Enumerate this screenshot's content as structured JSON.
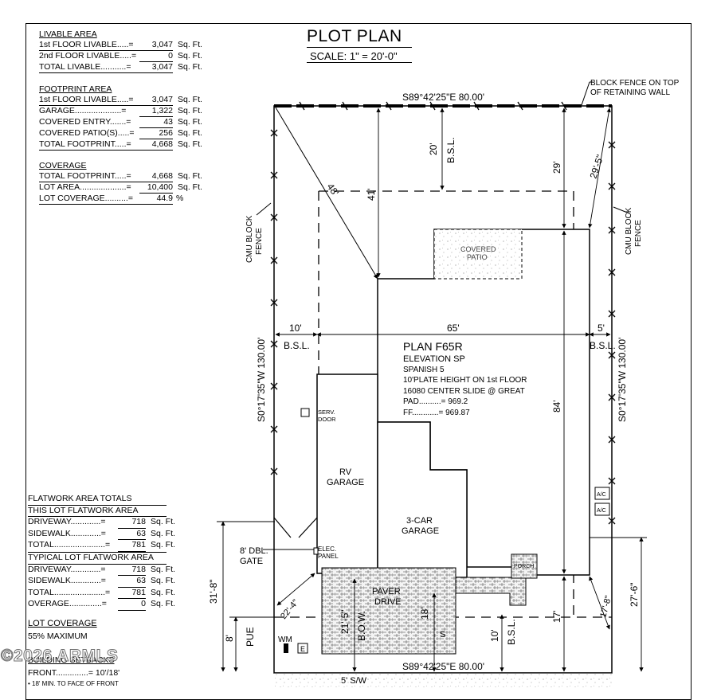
{
  "header": {
    "title": "PLOT PLAN",
    "scale": "SCALE: 1\" = 20'-0\""
  },
  "livable": {
    "heading": "LIVABLE AREA",
    "rows": [
      {
        "label": "1st FLOOR LIVABLE.....=",
        "value": "3,047",
        "unit": "Sq. Ft."
      },
      {
        "label": "2nd FLOOR LIVABLE.....=",
        "value": "0",
        "unit": "Sq. Ft."
      },
      {
        "label": "TOTAL LIVABLE...........=",
        "value": "3,047",
        "unit": "Sq. Ft."
      }
    ]
  },
  "footprint": {
    "heading": "FOOTPRINT AREA",
    "rows": [
      {
        "label": "1st FLOOR LIVABLE.....=",
        "value": "3,047",
        "unit": "Sq. Ft."
      },
      {
        "label": "GARAGE....................=",
        "value": "1,322",
        "unit": "Sq. Ft."
      },
      {
        "label": "COVERED ENTRY.......=",
        "value": "43",
        "unit": "Sq. Ft."
      },
      {
        "label": "COVERED PATIO(S).....=",
        "value": "256",
        "unit": "Sq. Ft."
      },
      {
        "label": "TOTAL FOOTPRINT.....=",
        "value": "4,668",
        "unit": "Sq. Ft."
      }
    ]
  },
  "coverage": {
    "heading": "COVERAGE",
    "rows": [
      {
        "label": "TOTAL FOOTPRINT.....=",
        "value": "4,668",
        "unit": "Sq. Ft."
      },
      {
        "label": "LOT AREA....................=",
        "value": "10,400",
        "unit": "Sq. Ft."
      },
      {
        "label": "LOT COVERAGE..........=",
        "value": "44.9",
        "unit": "%"
      }
    ]
  },
  "flatwork": {
    "heading": "FLATWORK AREA TOTALS",
    "this_lot_heading": "THIS LOT FLATWORK AREA",
    "this_lot": [
      {
        "label": "DRIVEWAY.............=",
        "value": "718",
        "unit": "Sq. Ft."
      },
      {
        "label": "SIDEWALK.............=",
        "value": "63",
        "unit": "Sq. Ft."
      },
      {
        "label": "TOTAL......................=",
        "value": "781",
        "unit": "Sq. Ft."
      }
    ],
    "typical_heading": "TYPICAL LOT FLATWORK AREA",
    "typical": [
      {
        "label": "DRIVEWAY.............=",
        "value": "718",
        "unit": "Sq. Ft."
      },
      {
        "label": "SIDEWALK.............=",
        "value": "63",
        "unit": "Sq. Ft."
      },
      {
        "label": "TOTAL......................=",
        "value": "781",
        "unit": "Sq. Ft."
      },
      {
        "label": "OVERAGE..............=",
        "value": "0",
        "unit": "Sq. Ft."
      }
    ]
  },
  "lot_coverage_note": {
    "heading": "LOT COVERAGE",
    "value": "55% MAXIMUM"
  },
  "setbacks": {
    "heading": "BUILDING SETBACKS",
    "front": "FRONT..............= 10'/18'",
    "note": "• 18' MIN. TO FACE OF FRONT"
  },
  "watermark": "©2026 ARMLS",
  "plan": {
    "top_bearing": "S89°42'25\"E  80.00'",
    "bottom_bearing": "S89°42'25\"E  80.00'",
    "block_fence": [
      "BLOCK FENCE ON TOP",
      "OF RETAINING WALL"
    ],
    "cmu_fence": [
      "CMU BLOCK",
      "FENCE"
    ],
    "left_bearing": "S0°17'35\"W  130.00'",
    "right_bearing": "S0°17'35\"W  130.00'",
    "bsl": "B.S.L.",
    "dim_20": "20'",
    "dim_29": "29'",
    "dim_29_5": "29'-5\"",
    "dim_48": "48'",
    "dim_41": "41'",
    "dim_10": "10'",
    "dim_65": "65'",
    "dim_5": "5'",
    "dim_84": "84'",
    "dim_31_8": "31'-8\"",
    "dim_27_6": "27'-6\"",
    "dim_22_4": "22'-4\"",
    "dim_21_5": "21'-5\"",
    "dim_18": "18'",
    "dim_17": "17'",
    "dim_10b": "10'",
    "dim_8": "8'",
    "dim_17b": "17'-8\"",
    "pue": "PUE",
    "bow": "B.O.W.",
    "s_label": "S",
    "sw": "5' S/W",
    "covered_patio": [
      "COVERED",
      "PATIO"
    ],
    "plan_name": "PLAN F65R",
    "plan_lines": [
      "ELEVATION SP",
      "SPANISH 5",
      "10'PLATE HEIGHT ON 1st FLOOR",
      "16080 CENTER SLIDE @ GREAT",
      "PAD..........=  969.2",
      "FF............=  969.87"
    ],
    "serv_door": [
      "SERV.",
      "DOOR"
    ],
    "rv_garage": [
      "RV",
      "GARAGE"
    ],
    "garage_3car": [
      "3-CAR",
      "GARAGE"
    ],
    "elec_panel": [
      "ELEC.",
      "PANEL"
    ],
    "dbl_gate": [
      "8' DBL.",
      "GATE"
    ],
    "paver_drive": [
      "PAVER",
      "DRIVE"
    ],
    "porch": "PORCH",
    "ac": "A/C",
    "wm": "WM",
    "e": "E"
  }
}
